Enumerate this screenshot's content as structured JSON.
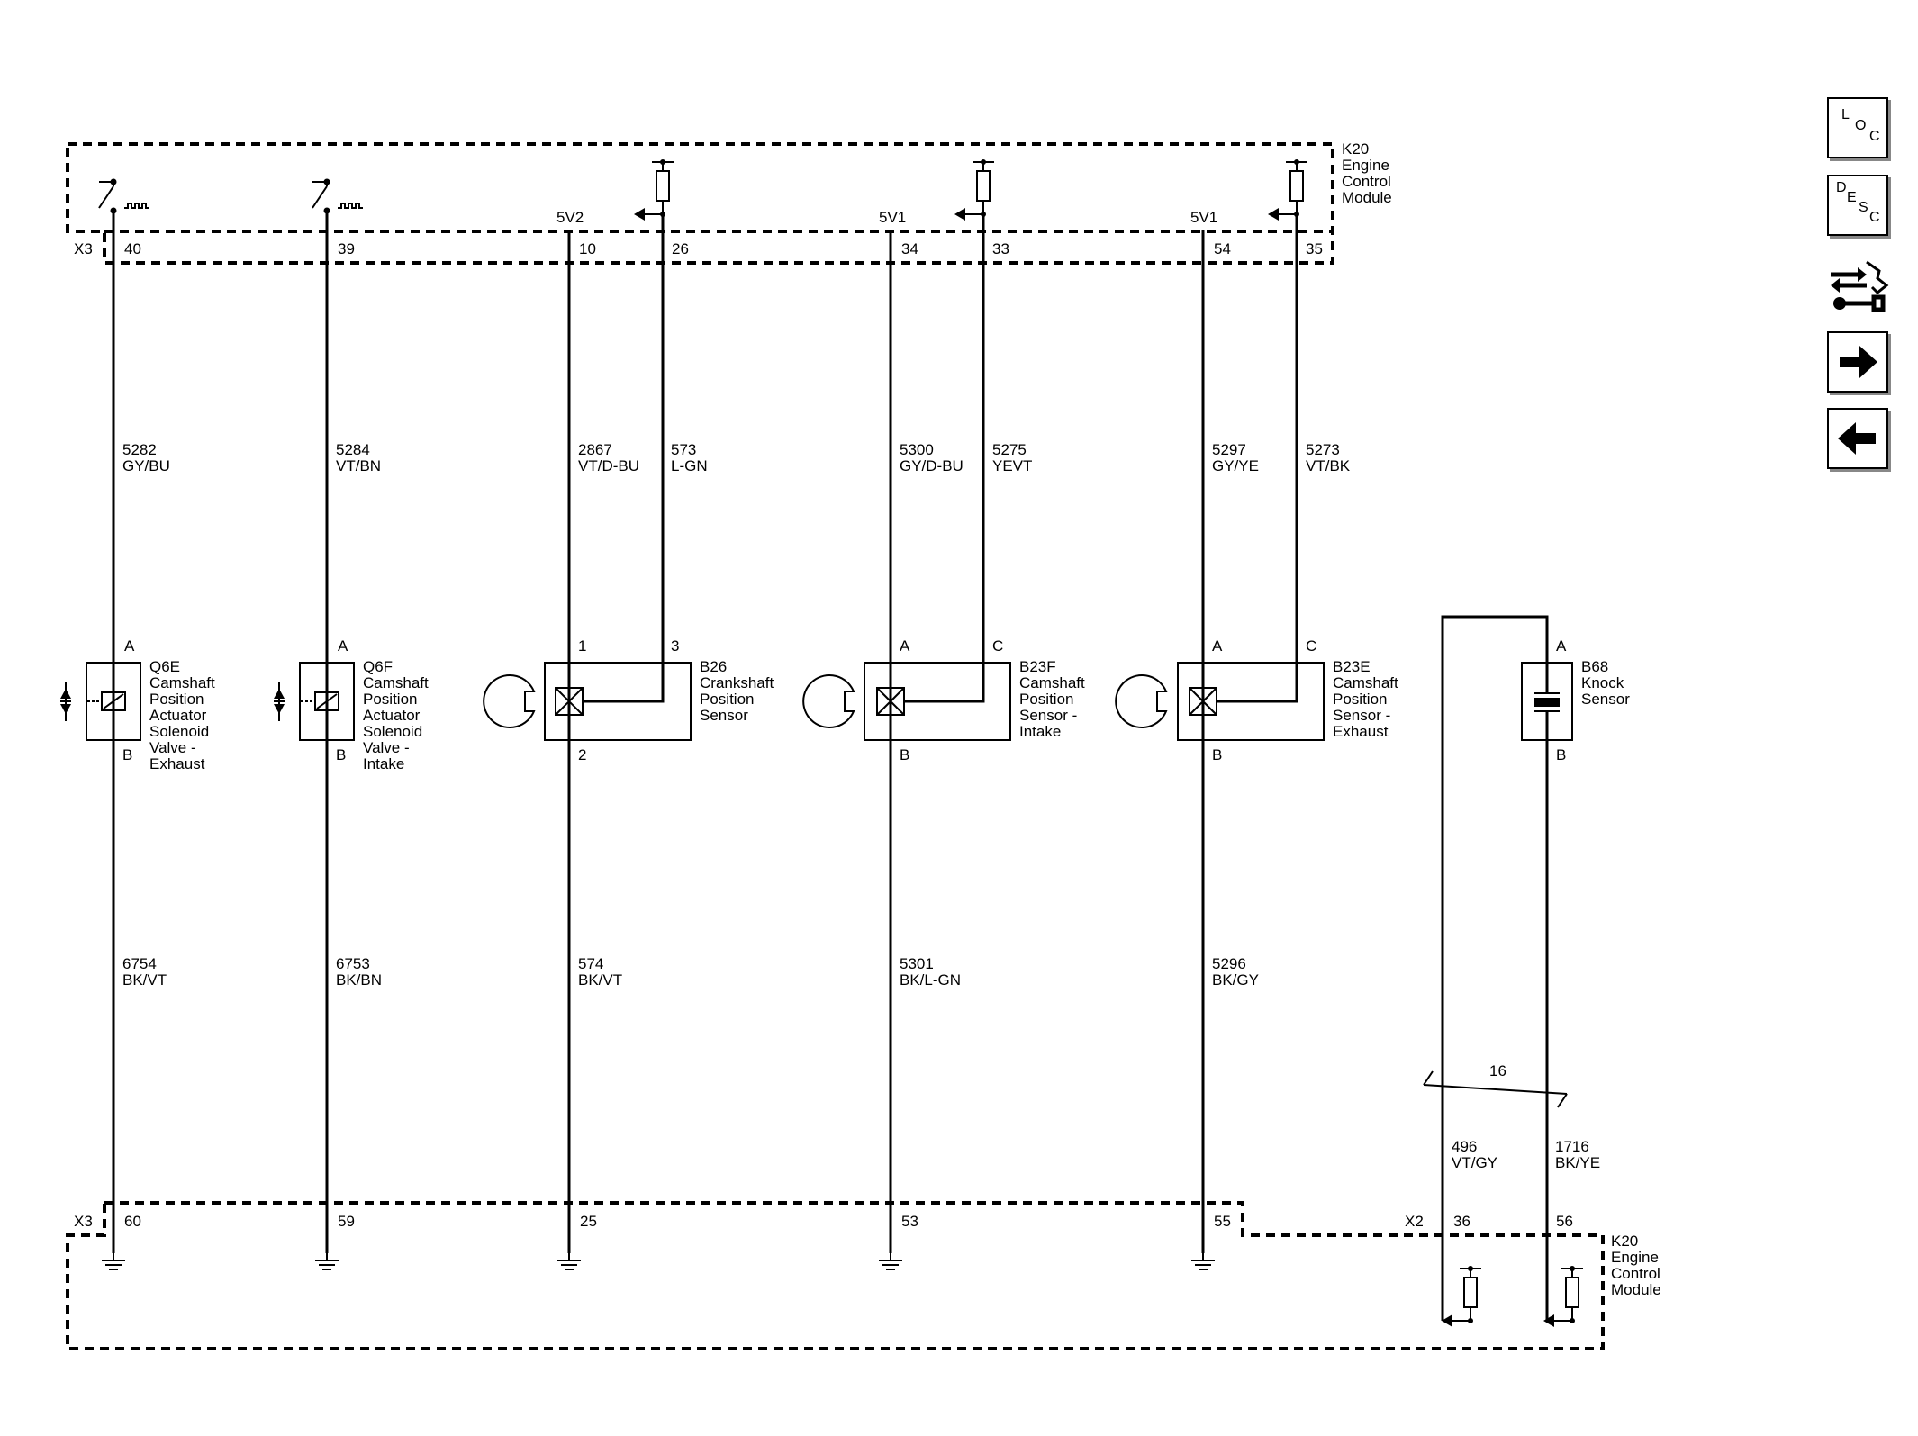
{
  "module": {
    "name": "K20",
    "desc_lines": [
      "Engine",
      "Control",
      "Module"
    ]
  },
  "connectors": {
    "top": "X3",
    "bottom_left": "X3",
    "bottom_right": "X2"
  },
  "supplies": {
    "crank": "5V2",
    "cam_intake": "5V1",
    "cam_exhaust": "5V1"
  },
  "top_pins": {
    "q6e": "40",
    "q6f": "39",
    "b26_1": "10",
    "b26_3": "26",
    "b23f_a": "34",
    "b23f_c": "33",
    "b23e_a": "54",
    "b23e_c": "35"
  },
  "bottom_pins": {
    "q6e": "60",
    "q6f": "59",
    "b26": "25",
    "b23f": "53",
    "b23e": "55",
    "b68_1": "36",
    "b68_2": "56"
  },
  "wires_upper": {
    "q6e": {
      "circuit": "5282",
      "color": "GY/BU"
    },
    "q6f": {
      "circuit": "5284",
      "color": "VT/BN"
    },
    "b26_1": {
      "circuit": "2867",
      "color": "VT/D-BU"
    },
    "b26_3": {
      "circuit": "573",
      "color": "L-GN"
    },
    "b23f_a": {
      "circuit": "5300",
      "color": "GY/D-BU"
    },
    "b23f_c": {
      "circuit": "5275",
      "color": "YEVT"
    },
    "b23e_a": {
      "circuit": "5297",
      "color": "GY/YE"
    },
    "b23e_c": {
      "circuit": "5273",
      "color": "VT/BK"
    }
  },
  "wires_lower": {
    "q6e": {
      "circuit": "6754",
      "color": "BK/VT"
    },
    "q6f": {
      "circuit": "6753",
      "color": "BK/BN"
    },
    "b26": {
      "circuit": "574",
      "color": "BK/VT"
    },
    "b23f": {
      "circuit": "5301",
      "color": "BK/L-GN"
    },
    "b23e": {
      "circuit": "5296",
      "color": "BK/GY"
    },
    "b68_1": {
      "circuit": "496",
      "color": "VT/GY"
    },
    "b68_2": {
      "circuit": "1716",
      "color": "BK/YE"
    }
  },
  "twist_label": "16",
  "components": {
    "q6e": {
      "id": "Q6E",
      "name_lines": [
        "Camshaft",
        "Position",
        "Actuator",
        "Solenoid",
        "Valve -",
        "Exhaust"
      ],
      "pin_top": "A",
      "pin_bottom": "B"
    },
    "q6f": {
      "id": "Q6F",
      "name_lines": [
        "Camshaft",
        "Position",
        "Actuator",
        "Solenoid",
        "Valve -",
        "Intake"
      ],
      "pin_top": "A",
      "pin_bottom": "B"
    },
    "b26": {
      "id": "B26",
      "name_lines": [
        "Crankshaft",
        "Position",
        "Sensor"
      ],
      "pin_top_left": "1",
      "pin_top_right": "3",
      "pin_bottom": "2"
    },
    "b23f": {
      "id": "B23F",
      "name_lines": [
        "Camshaft",
        "Position",
        "Sensor -",
        "Intake"
      ],
      "pin_top_left": "A",
      "pin_top_right": "C",
      "pin_bottom": "B"
    },
    "b23e": {
      "id": "B23E",
      "name_lines": [
        "Camshaft",
        "Position",
        "Sensor -",
        "Exhaust"
      ],
      "pin_top_left": "A",
      "pin_top_right": "C",
      "pin_bottom": "B"
    },
    "b68": {
      "id": "B68",
      "name_lines": [
        "Knock",
        "Sensor"
      ],
      "pin_top": "A",
      "pin_bottom": "B"
    }
  },
  "nav": {
    "loc": [
      "L",
      "O",
      "C"
    ],
    "desc": [
      "D",
      "E",
      "S",
      "C"
    ],
    "icons": [
      "connector-view-icon",
      "next-page-icon",
      "previous-page-icon"
    ]
  }
}
